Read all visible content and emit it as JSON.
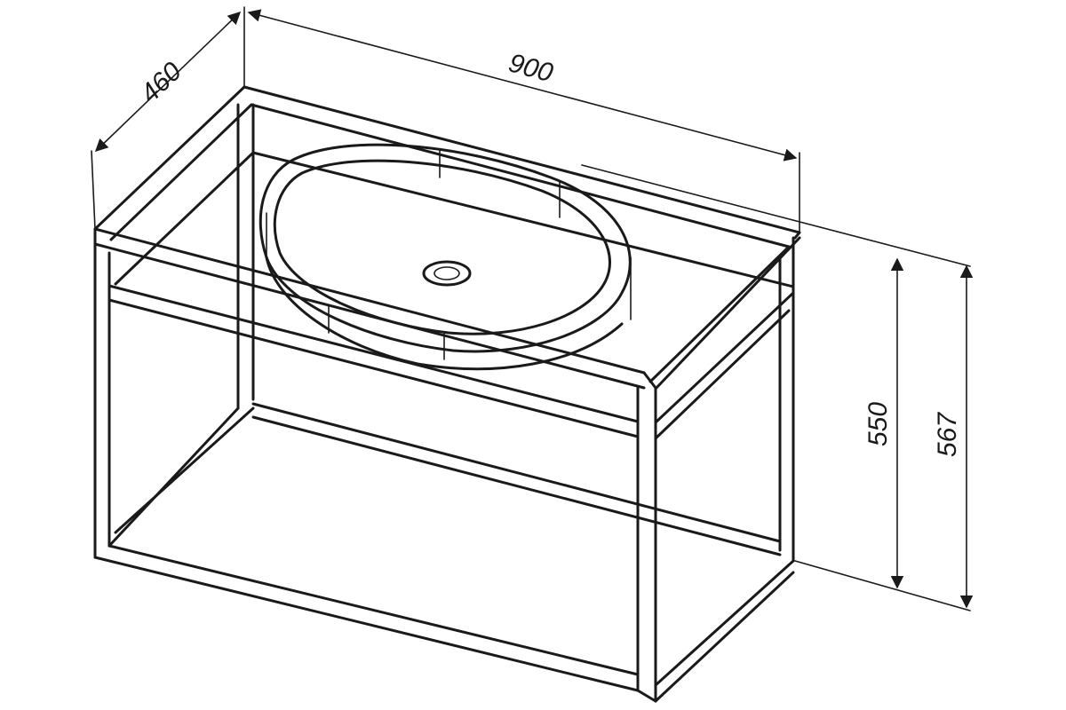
{
  "dimensions": {
    "depth": "460",
    "width": "900",
    "height_frame": "550",
    "height_total": "567"
  },
  "colors": {
    "ink": "#1a1a1a",
    "background": "#ffffff"
  }
}
